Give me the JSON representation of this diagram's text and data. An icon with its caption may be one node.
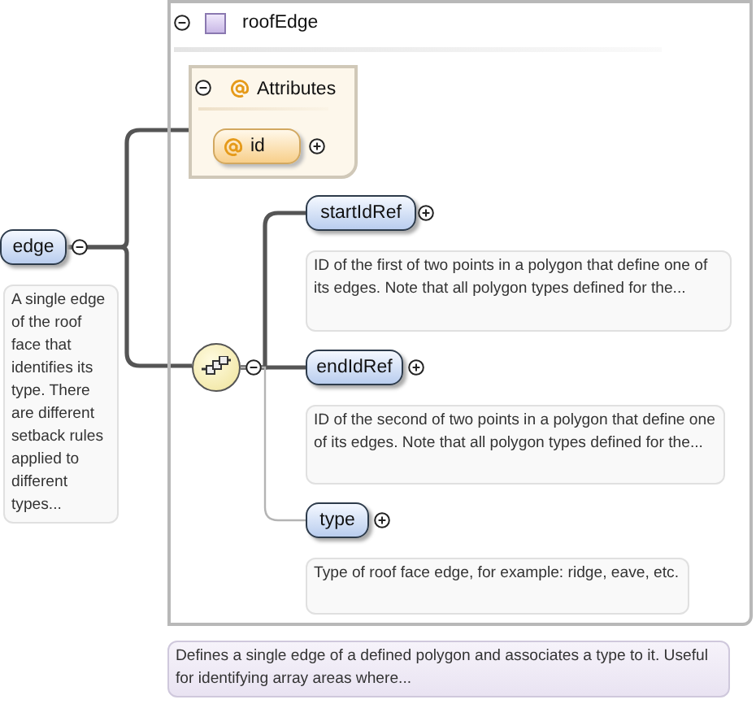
{
  "diagram": {
    "nodes": [
      {
        "text": [
          "edge"
        ],
        "beside": [
          "A single edge of the roof face that identifies its type. There are different setback rules applied to different types..."
        ]
      },
      {
        "text": [
          "roofEdge"
        ],
        "beside": [
          "Defines a single edge of a defined polygon and associates a type to it. Useful for identifying array areas where..."
        ]
      },
      {
        "text": [
          "Attributes"
        ],
        "in": 1
      },
      {
        "text": [
          "id"
        ],
        "in": 2
      },
      {
        "text": [],
        "shape": "circle",
        "in": 1
      },
      {
        "text": [
          "startIdRef"
        ],
        "in": 1,
        "beside": [
          "ID of the first of two points in a polygon that define one of its edges. Note that all polygon types defined for the..."
        ]
      },
      {
        "text": [
          "endIdRef"
        ],
        "in": 1,
        "beside": [
          "ID of the second of two points in a polygon that define one of its edges. Note that all polygon types defined for the..."
        ]
      },
      {
        "text": [
          "type"
        ],
        "in": 1,
        "beside": [
          "Type of roof face edge, for example: ridge, eave, etc."
        ]
      }
    ],
    "edges": [
      {
        "from": 0,
        "to": 2,
        "arrow": "none"
      },
      {
        "from": 0,
        "to": 4,
        "arrow": "none"
      },
      {
        "from": 4,
        "to": 5,
        "arrow": "none"
      },
      {
        "from": 4,
        "to": 6,
        "arrow": "none"
      },
      {
        "from": 4,
        "to": 7,
        "arrow": "none",
        "color": "#b4b4b4"
      }
    ]
  }
}
